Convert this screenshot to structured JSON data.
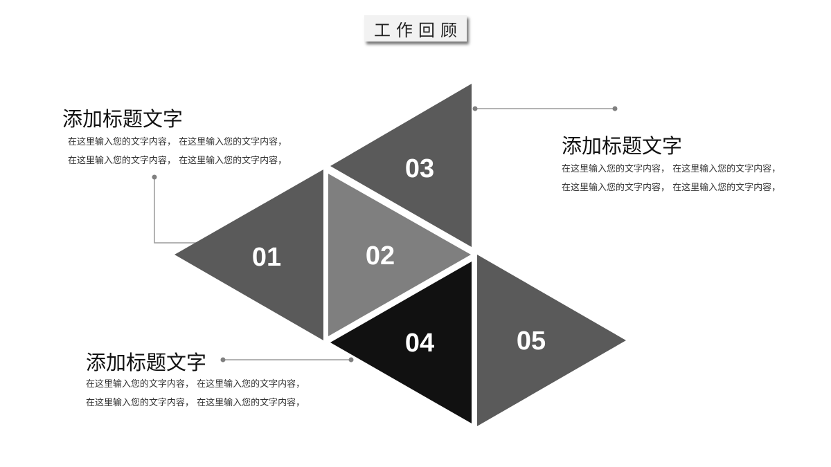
{
  "header": {
    "title": "工作回顾"
  },
  "palette": {
    "dark_gray": "#5a5a5a",
    "mid_gray": "#7f7f7f",
    "black": "#111111",
    "connector": "#9a9a9a",
    "dot": "#808080"
  },
  "triangles": [
    {
      "id": "01",
      "label": "01"
    },
    {
      "id": "02",
      "label": "02"
    },
    {
      "id": "03",
      "label": "03"
    },
    {
      "id": "04",
      "label": "04"
    },
    {
      "id": "05",
      "label": "05"
    }
  ],
  "blocks": {
    "left_top": {
      "title": "添加标题文字",
      "lines": [
        "在这里输入您的文字内容， 在这里输入您的文字内容，",
        "在这里输入您的文字内容， 在这里输入您的文字内容，"
      ]
    },
    "right": {
      "title": "添加标题文字",
      "lines": [
        "在这里输入您的文字内容， 在这里输入您的文字内容，",
        "在这里输入您的文字内容， 在这里输入您的文字内容，"
      ]
    },
    "left_bottom": {
      "title": "添加标题文字",
      "lines": [
        "在这里输入您的文字内容， 在这里输入您的文字内容，",
        "在这里输入您的文字内容， 在这里输入您的文字内容，"
      ]
    }
  }
}
